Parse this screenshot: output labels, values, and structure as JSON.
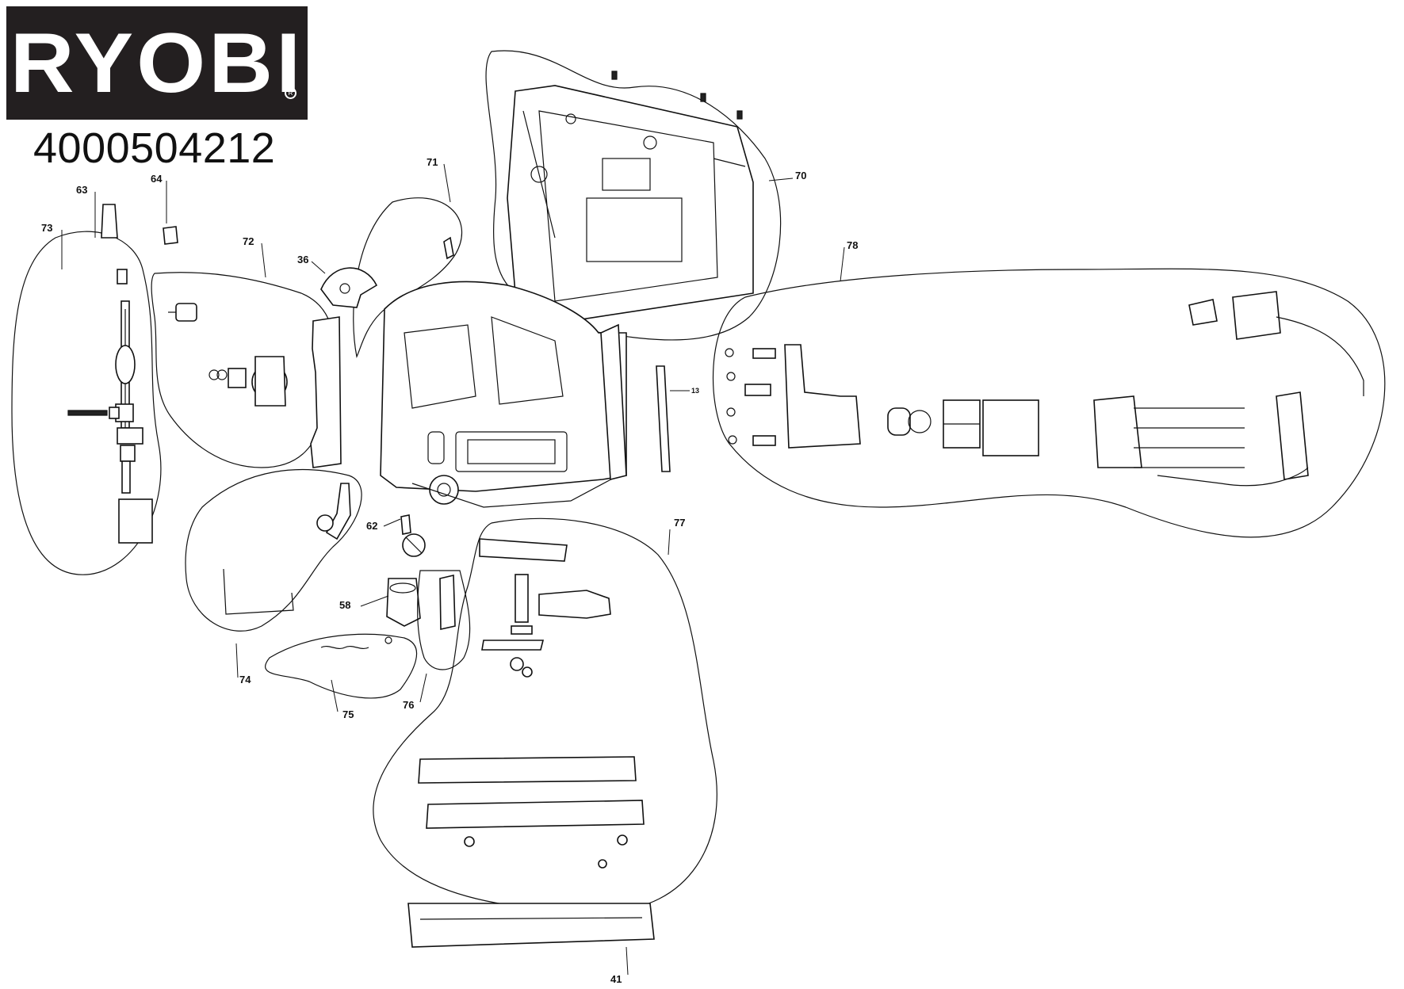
{
  "brand": {
    "logo_text": "RYOBI",
    "colors": {
      "logo_background": "#231f20",
      "logo_text": "#ffffff",
      "line_art": "#111111"
    }
  },
  "model_number": "4000504212",
  "callouts": {
    "c13": "13",
    "c36": "36",
    "c41": "41",
    "c58": "58",
    "c62": "62",
    "c63": "63",
    "c64": "64",
    "c70": "70",
    "c71": "71",
    "c72": "72",
    "c73": "73",
    "c74": "74",
    "c75": "75",
    "c76": "76",
    "c77": "77",
    "c78": "78"
  }
}
